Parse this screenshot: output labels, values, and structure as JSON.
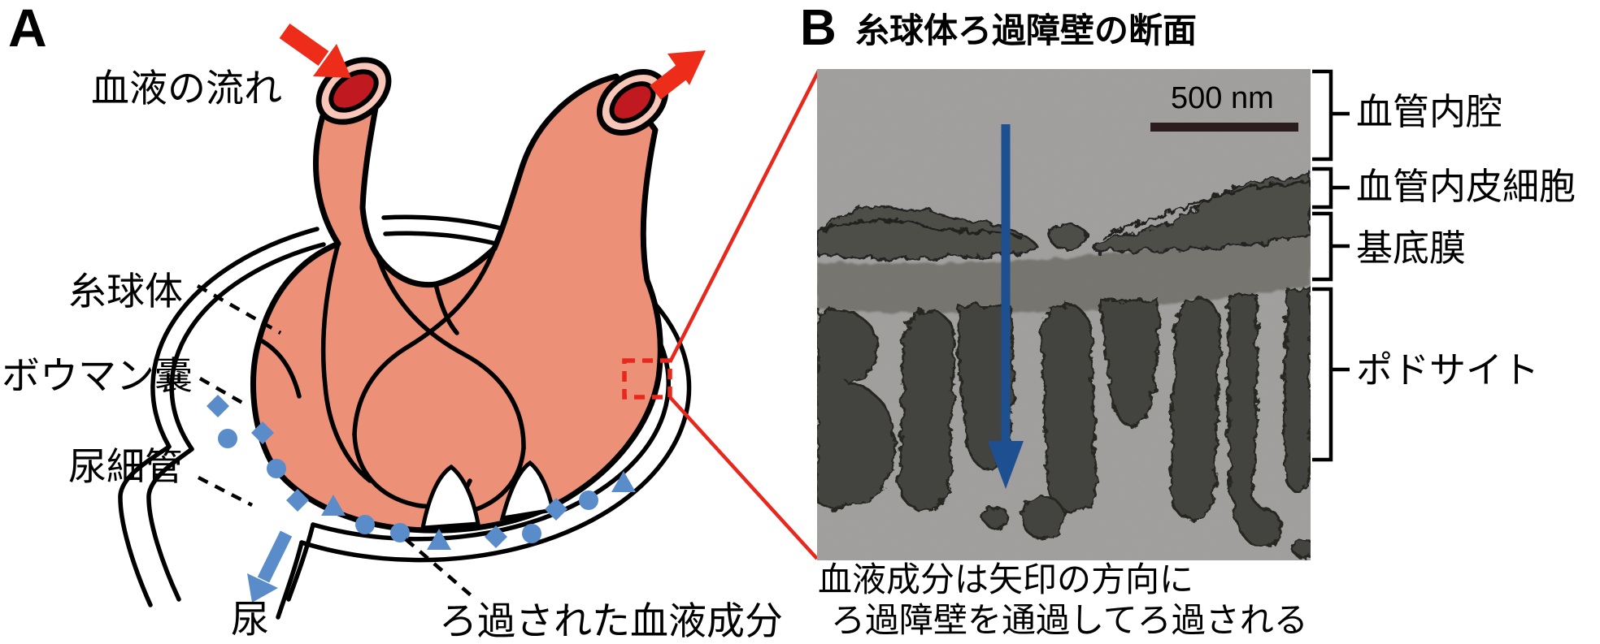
{
  "figure": {
    "type": "kidney glomerular filtration diagram with electron micrograph"
  },
  "panel_a": {
    "panel_label": "A",
    "blood_flow_label": "血液の流れ",
    "glomerulus_label": "糸球体",
    "bowman_capsule_label": "ボウマン嚢",
    "tubule_label": "尿細管",
    "urine_label": "尿",
    "filtered_components_label": "ろ過された血液成分",
    "filtered_component_shapes": [
      "circle",
      "triangle",
      "diamond"
    ],
    "icons": {
      "blood_inflow": "red-arrow-into-afferent-vessel",
      "blood_outflow": "red-arrow-out-of-efferent-vessel",
      "urine_flow": "blue-arrow-down-tubule",
      "magnified_region": "red-dashed-box"
    }
  },
  "panel_b": {
    "panel_label": "B",
    "title": "糸球体ろ過障壁の断面",
    "scale_bar_label": "500 nm",
    "structure_labels": [
      "血管内腔",
      "血管内皮細胞",
      "基底膜",
      "ポドサイト"
    ],
    "caption_line1": "血液成分は矢印の方向に",
    "caption_line2": "ろ過障壁を通過してろ過される",
    "icons": {
      "filtration_direction": "navy-arrow-down-through-barrier"
    }
  },
  "colors": {
    "vessel_fill": "#EC9078",
    "vessel_rim_pink": "#F8C6B8",
    "blood_dark_red": "#C01920",
    "flow_arrow_red": "#ED2D1A",
    "connector_red": "#E8271D",
    "filtrate_blue": "#5A8CCA",
    "em_arrow_navy": "#1D4F91",
    "outline_black": "#000000",
    "em_background": "#D9D8D5",
    "scale_bar": "#2B1D1D"
  }
}
